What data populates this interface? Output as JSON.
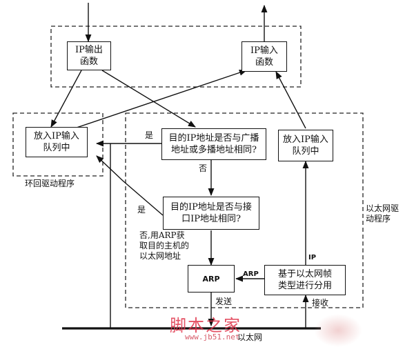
{
  "boxes": {
    "ip_output": [
      "IP输出",
      "函数"
    ],
    "ip_input": [
      "IP输入",
      "函数"
    ],
    "loopback_queue": [
      "放入IP输入",
      "队列中"
    ],
    "broadcast_check": [
      "目的IP地址是否与广播",
      "地址或多播地址相同?"
    ],
    "eth_queue": [
      "放入IP输入",
      "队列中"
    ],
    "iface_check": [
      "目的IP地址是否与接",
      "口IP地址相同?"
    ],
    "arp": [
      "ARP"
    ],
    "demux": [
      "基于以太网帧",
      "类型进行分用"
    ]
  },
  "labels": {
    "yes1": "是",
    "no1": "否",
    "yes2": "是",
    "no_arp": [
      "否,用ARP获",
      "取目的主机的",
      "以太网地址"
    ],
    "loopback_driver": "环回驱动程序",
    "ethernet_driver": [
      "以太网驱",
      "动程序"
    ],
    "arp_edge": "ARP",
    "ip_edge": "IP",
    "send": "发送",
    "receive": "接收",
    "ethernet": "以太网"
  },
  "watermark": {
    "text": "脚本之家",
    "url": "www.jb51.net"
  }
}
